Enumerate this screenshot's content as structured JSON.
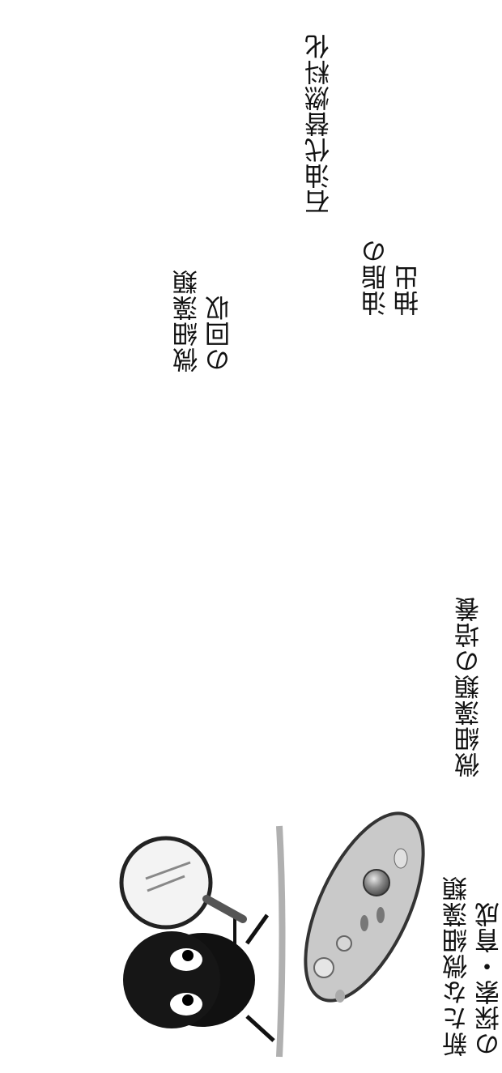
{
  "steps": {
    "search": {
      "line1": "新たな微細藻類",
      "line2": "の探索・育成"
    },
    "culture": {
      "label": "微細藻類の培養"
    },
    "collect": {
      "line1": "微細藻類",
      "line2": "の回収"
    },
    "extract": {
      "line1": "油脂の",
      "line2": "抽出"
    },
    "fuel": {
      "label": "石油代替燃料化"
    }
  },
  "colors": {
    "arrow": "#9d9d9d",
    "cell_fill": "#c9c9c9",
    "outline": "#3a3a3a",
    "photo": "#7a7a7a",
    "barrel": "#2b2b2b"
  }
}
